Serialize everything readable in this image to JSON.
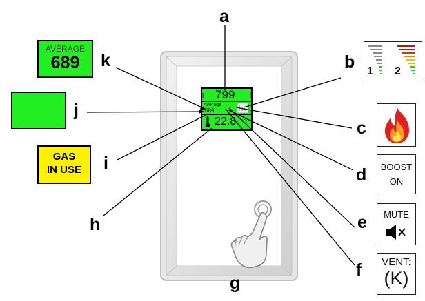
{
  "labels": {
    "a": "a",
    "b": "b",
    "c": "c",
    "d": "d",
    "e": "e",
    "f": "f",
    "g": "g",
    "h": "h",
    "i": "i",
    "j": "j",
    "k": "k"
  },
  "average_box": {
    "title": "AVERAGE",
    "value": "689"
  },
  "gas_box": {
    "line1": "GAS",
    "line2": "IN USE"
  },
  "display": {
    "top_value": "799",
    "average_label": "Average",
    "average_value": "689",
    "bottom_value": "22.8",
    "unit": "°C"
  },
  "boost_box": {
    "line1": "BOOST",
    "line2": "ON"
  },
  "mute_box": {
    "label": "MUTE"
  },
  "vent_box": {
    "label": "VENT:",
    "value": "(K)"
  },
  "signal_box": {
    "num1": "1",
    "num2": "2"
  },
  "colors": {
    "green": "#22ee22",
    "yellow": "#fff200",
    "frame_gray": "#d9d9d9",
    "flame_red": "#e02020",
    "flame_orange": "#ff9a1a"
  },
  "icons": [
    "signal-bars-icon",
    "flame-icon",
    "speaker-mute-icon",
    "thermometer-icon",
    "hand-touch-icon"
  ]
}
